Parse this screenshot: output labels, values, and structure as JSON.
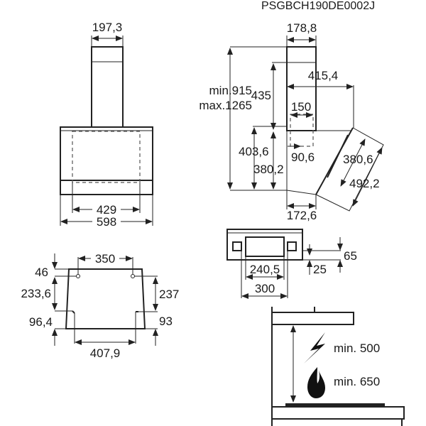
{
  "drawing_code": "PSGBCH190DE0002J",
  "front_view": {
    "chimney_width": "197,3",
    "inner_width": "429",
    "total_width": "598"
  },
  "side_view": {
    "chimney_depth": "178,8",
    "height_range": [
      "min.915",
      "max.1265"
    ],
    "upper_height": "435",
    "total_depth": "415,4",
    "outlet": "150",
    "outlet_offset": "90,6",
    "lower_height_outer": "403,6",
    "lower_height_inner": "380,2",
    "panel_inner": "380,6",
    "panel_outer": "492,2",
    "base_depth": "172,6"
  },
  "mounting_view": {
    "top_holes_spacing": "350",
    "top_offset": "46",
    "left_hole_height": "233,6",
    "right_hole_height": "237",
    "left_bottom": "96,4",
    "right_bottom": "93",
    "bottom_holes_spacing": "407,9"
  },
  "top_view": {
    "opening_width": "240,5",
    "outer_width": "300",
    "depth_65": "65",
    "depth_25": "25"
  },
  "clearance": {
    "electric": "min. 500",
    "gas": "min. 650"
  }
}
